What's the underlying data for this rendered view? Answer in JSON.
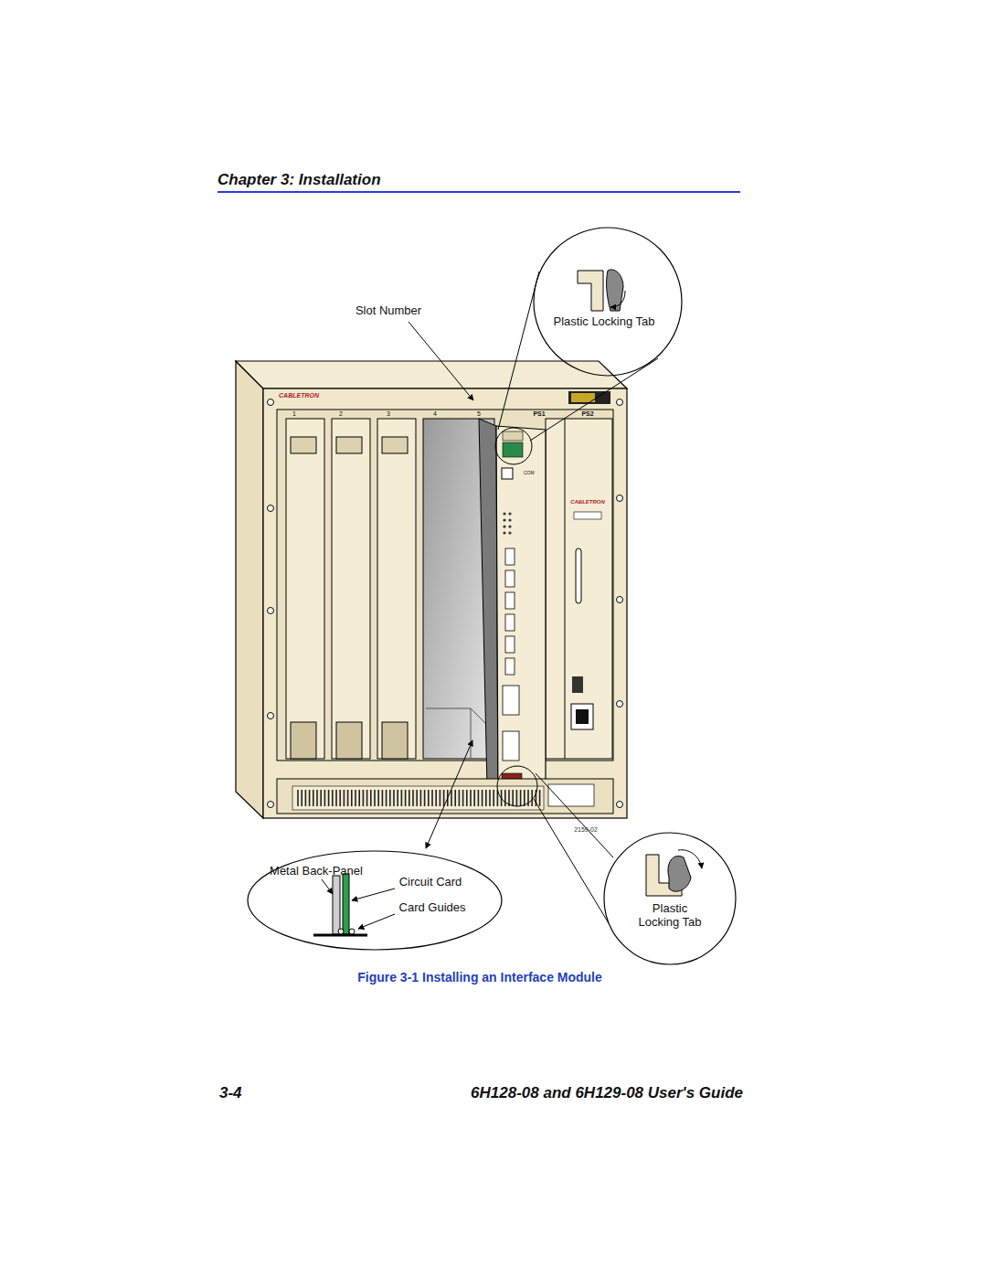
{
  "diagram": {
    "title": "Chapter 3: Installation",
    "caption": "Figure 3-1 Installing an Interface Module",
    "nodes": [
      {
        "text": [
          "Plastic Locking Tab"
        ]
      },
      {
        "text": [
          "Metal Back-Panel",
          "Circuit Card",
          "Card Guides"
        ]
      },
      {
        "text": [
          "Plastic Locking Tab"
        ]
      }
    ],
    "labels": [
      "Slot Number",
      "1",
      "2",
      "3",
      "4",
      "5",
      "PS1",
      "PS2",
      "CABLETRON",
      "CABLETRON",
      "COM",
      "2159-02",
      "3-4",
      "6H128-08 and 6H129-08 User's Guide"
    ]
  }
}
